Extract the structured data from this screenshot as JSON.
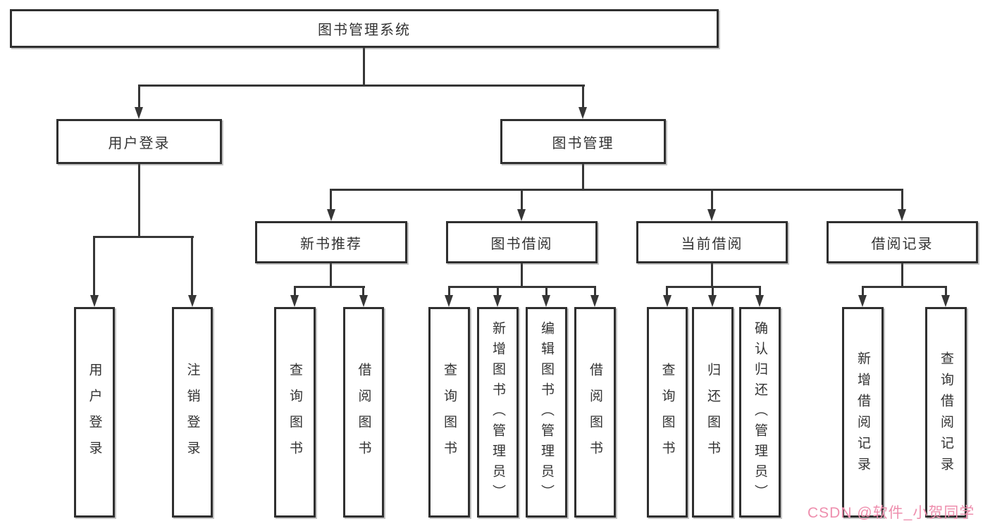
{
  "tree": {
    "root": "图书管理系统",
    "user_login": {
      "label": "用户登录",
      "children": [
        "用户登录",
        "注销登录"
      ]
    },
    "book_mgmt": {
      "label": "图书管理",
      "sections": {
        "new_book": {
          "label": "新书推荐",
          "children": [
            "查询图书",
            "借阅图书"
          ]
        },
        "borrow": {
          "label": "图书借阅",
          "children": [
            "查询图书",
            "新增图书（管理员）",
            "编辑图书（管理员）",
            "借阅图书"
          ]
        },
        "current": {
          "label": "当前借阅",
          "children": [
            "查询图书",
            "归还图书",
            "确认归还（管理员）"
          ]
        },
        "records": {
          "label": "借阅记录",
          "children": [
            "新增借阅记录",
            "查询借阅记录"
          ]
        }
      }
    }
  },
  "watermark": {
    "text": "CSDN @软件_小贺同学",
    "color": "#ee8fae"
  },
  "colors": {
    "line": "#363636",
    "box_border": "#2f2f2f",
    "box_background": "#ffffff",
    "text": "#333333",
    "page_background": "#ffffff"
  }
}
